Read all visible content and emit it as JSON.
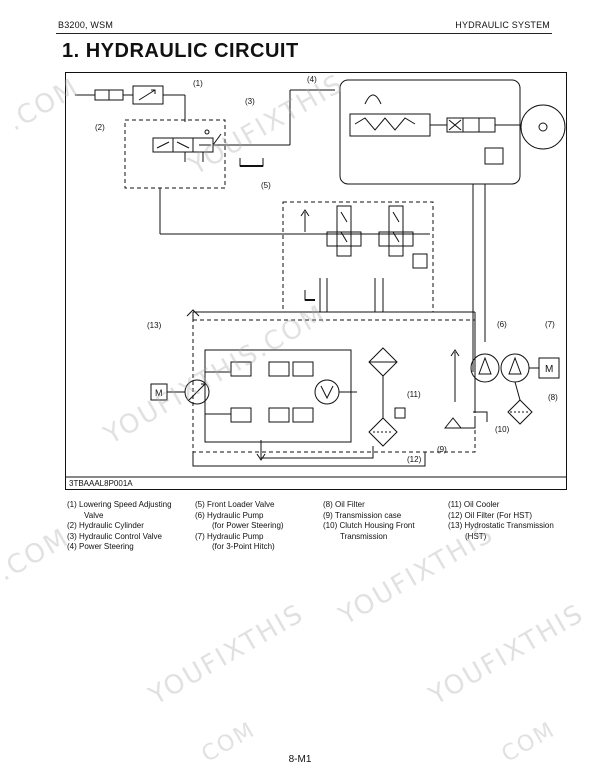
{
  "header": {
    "left": "B3200, WSM",
    "right": "HYDRAULIC SYSTEM"
  },
  "title": "1. HYDRAULIC CIRCUIT",
  "figure": {
    "code": "3TBAAAL8P001A",
    "callouts": [
      "(1)",
      "(2)",
      "(3)",
      "(4)",
      "(5)",
      "(6)",
      "(7)",
      "(8)",
      "(9)",
      "(10)",
      "(11)",
      "(12)",
      "(13)"
    ],
    "pump_label": "M"
  },
  "legend": {
    "col1": [
      "(1) Lowering Speed Adjusting",
      "Valve",
      "(2) Hydraulic Cylinder",
      "(3) Hydraulic Control Valve",
      "(4) Power Steering"
    ],
    "col2": [
      "(5) Front Loader Valve",
      "(6) Hydraulic Pump",
      "(for Power Steering)",
      "(7) Hydraulic Pump",
      "(for 3-Point Hitch)"
    ],
    "col3": [
      "(8) Oil Filter",
      "(9) Transmission case",
      "(10) Clutch Housing Front",
      "Transmission"
    ],
    "col4": [
      "(11) Oil Cooler",
      "(12) Oil Filter (For HST)",
      "(13) Hydrostatic Transmission",
      "(HST)"
    ]
  },
  "watermarks": [
    "YOUFIXTHIS",
    "YOUFIXTHIS.COM",
    ".COM",
    "COM"
  ],
  "page_number": "8-M1"
}
